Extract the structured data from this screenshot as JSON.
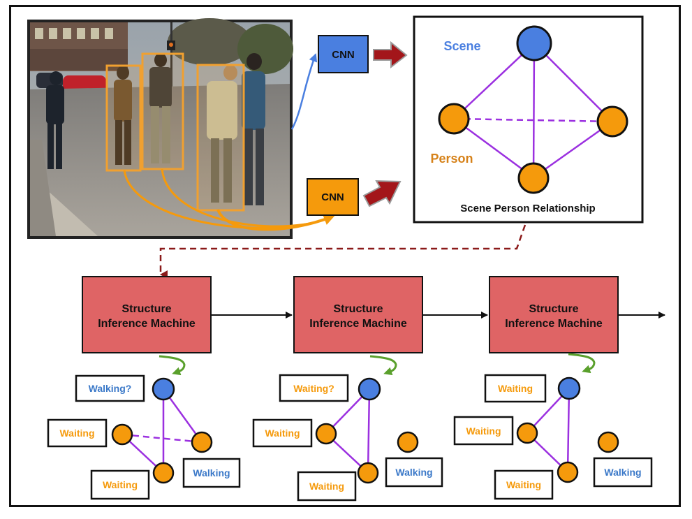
{
  "colors": {
    "scene": "#4a7fe0",
    "person": "#f59a0c",
    "edge": "#9b30e0",
    "machine_fill": "#df6465",
    "arrow_dark_red": "#a3161a",
    "dashed_link": "#8b1a1a",
    "recur_arrow": "#5aa02c",
    "bbox": "#f0a030"
  },
  "photo": {
    "description_icon": "pedestrian-photo"
  },
  "cnn_top": {
    "label": "CNN"
  },
  "cnn_bottom": {
    "label": "CNN"
  },
  "relationship_graph": {
    "scene_label": "Scene",
    "person_label": "Person",
    "caption": "Scene Person Relationship"
  },
  "machines": [
    {
      "line1": "Structure",
      "line2": "Inference Machine"
    },
    {
      "line1": "Structure",
      "line2": "Inference Machine"
    },
    {
      "line1": "Structure",
      "line2": "Inference Machine"
    }
  ],
  "steps": [
    {
      "scene_action": "Walking?",
      "left_person": "Waiting",
      "bottom_person": "Waiting",
      "right_person": "Walking"
    },
    {
      "scene_action": "Waiting?",
      "left_person": "Waiting",
      "bottom_person": "Waiting",
      "right_person": "Walking"
    },
    {
      "scene_action": "Waiting",
      "left_person": "Waiting",
      "bottom_person": "Waiting",
      "right_person": "Walking"
    }
  ]
}
